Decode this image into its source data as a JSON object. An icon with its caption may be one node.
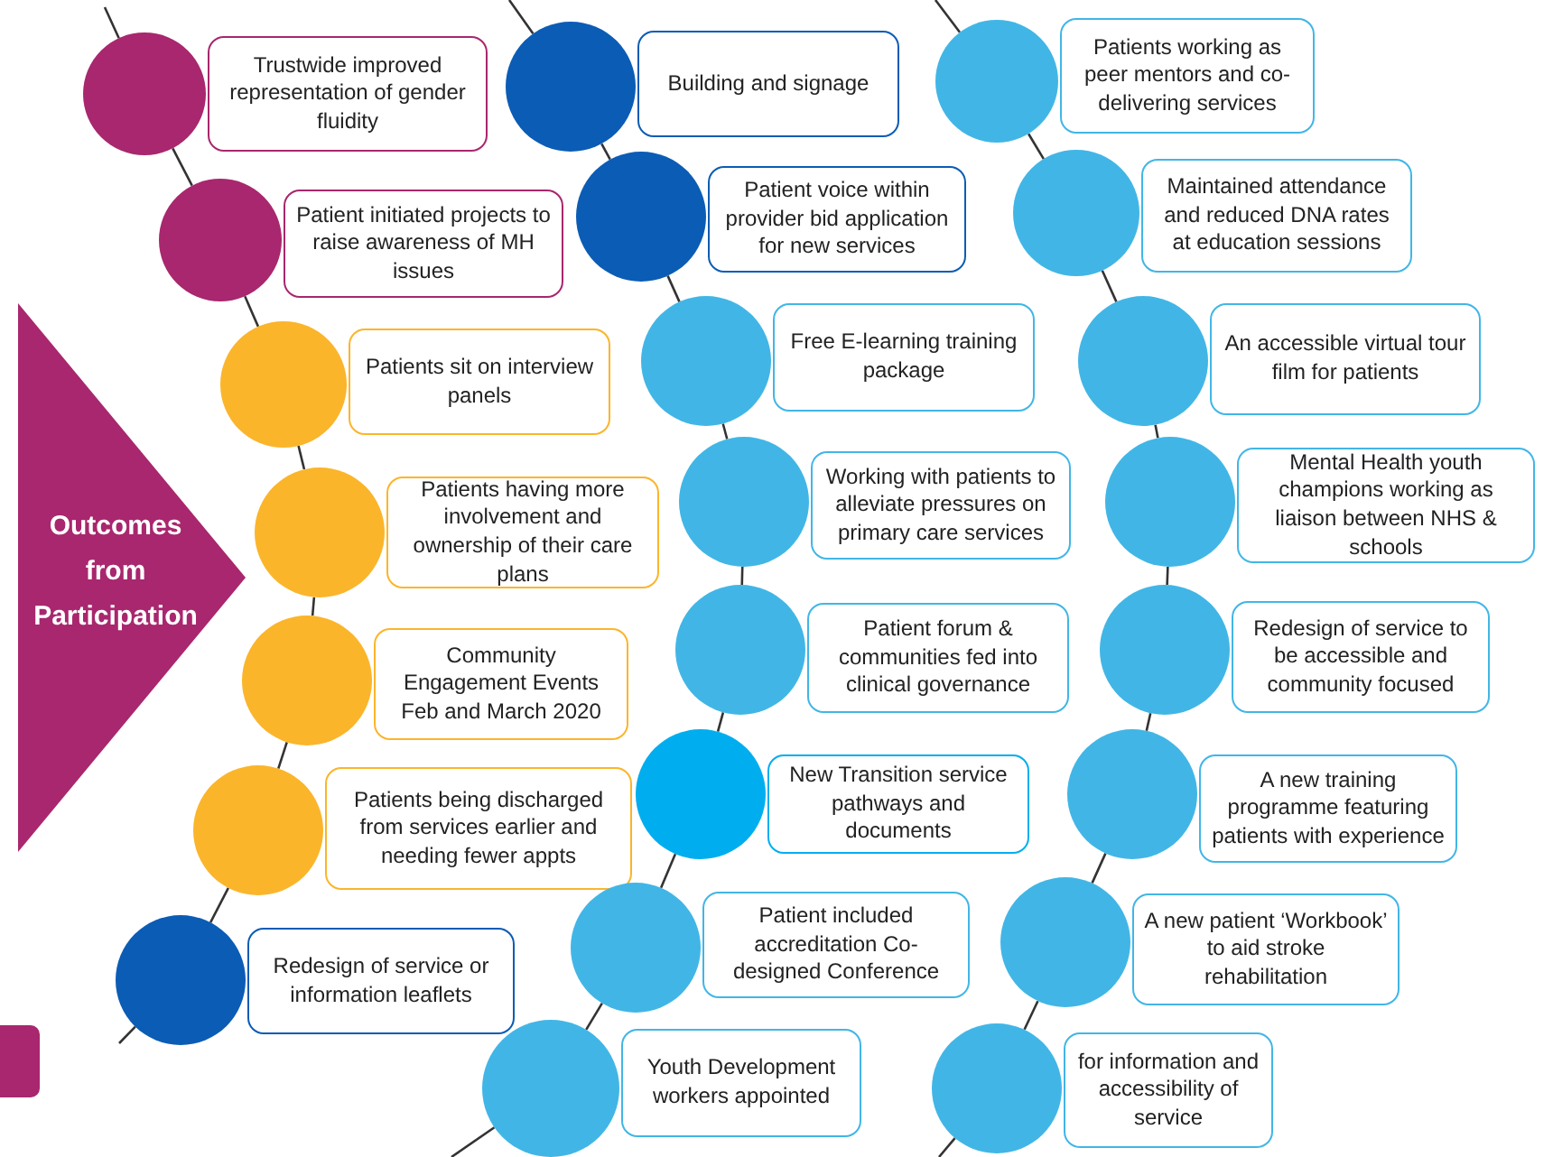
{
  "diagram": {
    "nodes": [
      {
        "text": [
          "Outcomes from Participation"
        ]
      },
      {
        "text": [],
        "shape": "circle"
      },
      {
        "text": [
          "Trustwide improved representation of gender fluidity"
        ]
      },
      {
        "text": [],
        "shape": "circle"
      },
      {
        "text": [
          "Patient initiated projects to raise awareness of MH issues"
        ]
      },
      {
        "text": [],
        "shape": "circle"
      },
      {
        "text": [
          "Patients sit on interview panels"
        ]
      },
      {
        "text": [],
        "shape": "circle"
      },
      {
        "text": [
          "Patients having more involvement and ownership of their care plans"
        ]
      },
      {
        "text": [],
        "shape": "circle"
      },
      {
        "text": [
          "Community Engagement Events Feb and March 2020"
        ]
      },
      {
        "text": [],
        "shape": "circle"
      },
      {
        "text": [
          "Patients being discharged from services earlier and needing fewer appts"
        ]
      },
      {
        "text": [],
        "shape": "circle"
      },
      {
        "text": [
          "Redesign of service or information leaflets"
        ]
      },
      {
        "text": [],
        "shape": "circle"
      },
      {
        "text": [
          "Building and signage"
        ]
      },
      {
        "text": [],
        "shape": "circle"
      },
      {
        "text": [
          "Patient voice within provider bid application for new services"
        ]
      },
      {
        "text": [],
        "shape": "circle"
      },
      {
        "text": [
          "Free E-learning training package"
        ]
      },
      {
        "text": [],
        "shape": "circle"
      },
      {
        "text": [
          "Working with patients to alleviate pressures on primary care services"
        ]
      },
      {
        "text": [],
        "shape": "circle"
      },
      {
        "text": [
          "Patient forum & communities fed into clinical governance"
        ]
      },
      {
        "text": [],
        "shape": "circle"
      },
      {
        "text": [
          "New Transition service pathways and documents"
        ]
      },
      {
        "text": [],
        "shape": "circle"
      },
      {
        "text": [
          "Patient included accreditation Co-designed Conference"
        ]
      },
      {
        "text": [],
        "shape": "circle"
      },
      {
        "text": [
          "Youth Development workers appointed"
        ]
      },
      {
        "text": [],
        "shape": "circle"
      },
      {
        "text": [
          "Patients working as peer mentors and co-delivering services"
        ]
      },
      {
        "text": [],
        "shape": "circle"
      },
      {
        "text": [
          "Maintained attendance and reduced DNA rates at education sessions"
        ]
      },
      {
        "text": [],
        "shape": "circle"
      },
      {
        "text": [
          "An accessible virtual tour film for patients"
        ]
      },
      {
        "text": [],
        "shape": "circle"
      },
      {
        "text": [
          "Mental Health youth champions working as liaison between NHS & schools"
        ]
      },
      {
        "text": [],
        "shape": "circle"
      },
      {
        "text": [
          "Redesign of service to be accessible and community focused"
        ]
      },
      {
        "text": [],
        "shape": "circle"
      },
      {
        "text": [
          "A new training programme featuring patients with experience"
        ]
      },
      {
        "text": [],
        "shape": "circle"
      },
      {
        "text": [
          "A new patient ‘Workbook’ to aid stroke rehabilitation"
        ]
      },
      {
        "text": [],
        "shape": "circle"
      },
      {
        "text": [
          "for information and accessibility of service"
        ]
      }
    ],
    "edges": [
      {
        "from": null,
        "to": 1,
        "arrow": "none"
      },
      {
        "from": 1,
        "to": 3,
        "arrow": "none"
      },
      {
        "from": 3,
        "to": 5,
        "arrow": "none"
      },
      {
        "from": 5,
        "to": 7,
        "arrow": "none"
      },
      {
        "from": 7,
        "to": 9,
        "arrow": "none"
      },
      {
        "from": 9,
        "to": 11,
        "arrow": "none"
      },
      {
        "from": 11,
        "to": 13,
        "arrow": "none"
      },
      {
        "from": 13,
        "to": null,
        "arrow": "none"
      },
      {
        "from": null,
        "to": 15,
        "arrow": "none"
      },
      {
        "from": 15,
        "to": 17,
        "arrow": "none"
      },
      {
        "from": 17,
        "to": 19,
        "arrow": "none"
      },
      {
        "from": 19,
        "to": 21,
        "arrow": "none"
      },
      {
        "from": 21,
        "to": 23,
        "arrow": "none"
      },
      {
        "from": 23,
        "to": 25,
        "arrow": "none"
      },
      {
        "from": 25,
        "to": 27,
        "arrow": "none"
      },
      {
        "from": 27,
        "to": 29,
        "arrow": "none"
      },
      {
        "from": 29,
        "to": null,
        "arrow": "none"
      },
      {
        "from": null,
        "to": 31,
        "arrow": "none"
      },
      {
        "from": 31,
        "to": 33,
        "arrow": "none"
      },
      {
        "from": 33,
        "to": 35,
        "arrow": "none"
      },
      {
        "from": 35,
        "to": 37,
        "arrow": "none"
      },
      {
        "from": 37,
        "to": 39,
        "arrow": "none"
      },
      {
        "from": 39,
        "to": 41,
        "arrow": "none"
      },
      {
        "from": 41,
        "to": 43,
        "arrow": "none"
      },
      {
        "from": 43,
        "to": 45,
        "arrow": "none"
      },
      {
        "from": 45,
        "to": null,
        "arrow": "none"
      }
    ]
  }
}
